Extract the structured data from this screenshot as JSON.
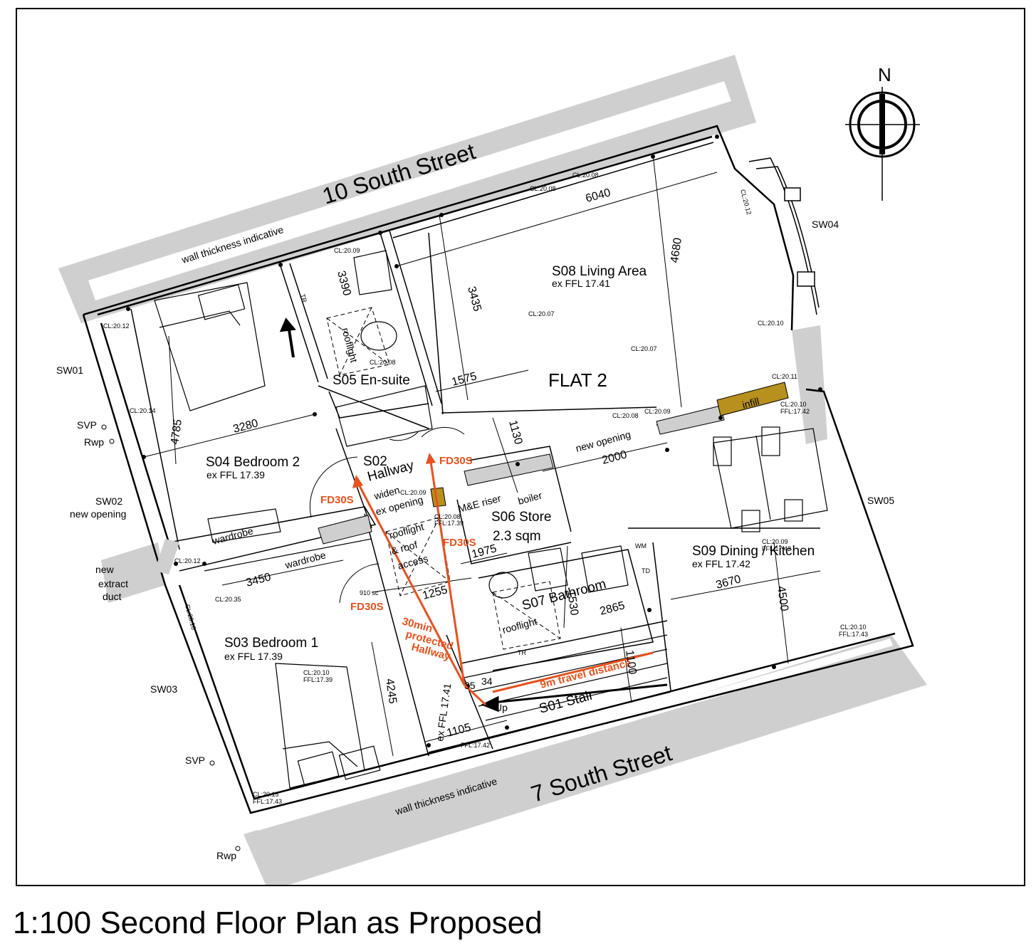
{
  "caption": "1:100 Second Floor Plan as Proposed",
  "compass": {
    "label": "N"
  },
  "colors": {
    "wall": "#cfcfcf",
    "infill": "#b8901e",
    "fire": "#e8511c",
    "line": "#000000"
  },
  "streets": {
    "north": "10 South Street",
    "south": "7 South Street"
  },
  "flat_label": "FLAT 2",
  "notes": {
    "wall_thickness_top": "wall thickness indicative",
    "wall_thickness_bottom": "wall thickness indicative"
  },
  "rooms": {
    "s08": {
      "name": "S08 Living Area",
      "ffl": "ex FFL 17.41"
    },
    "s04": {
      "name": "S04 Bedroom 2",
      "ffl": "ex FFL 17.39"
    },
    "s05": {
      "name": "S05 En-suite"
    },
    "s02": {
      "name1": "S02",
      "name2": "Hallway"
    },
    "s06": {
      "name1": "S06 Store",
      "name2": "2.3 sqm"
    },
    "s07": {
      "name": "S07 Bathroom"
    },
    "s09": {
      "name": "S09 Dining / Kitchen",
      "ffl": "ex FFL 17.42"
    },
    "s03": {
      "name": "S03 Bedroom 1",
      "ffl": "ex FFL 17.39"
    },
    "s01": {
      "name": "S01 Stair"
    }
  },
  "windows": {
    "sw01": "SW01",
    "sw02": "SW02",
    "sw02_note": "new opening",
    "sw03": "SW03",
    "sw04": "SW04",
    "sw05": "SW05"
  },
  "services": {
    "svp": "SVP",
    "rwp": "Rwp",
    "svp2": "SVP",
    "rwp2": "Rwp"
  },
  "annotations": {
    "new_extract_1": "new",
    "new_extract_2": "extract",
    "new_extract_3": "duct",
    "wardrobe_1": "wardrobe",
    "wardrobe_2": "wardrobe",
    "rooflight_1": "rooflight",
    "rooflight_2": "rooflight",
    "rooflight_3": "rooflight",
    "roof_access_2": "& roof",
    "roof_access_3": "access",
    "widen_1": "widen",
    "widen_2": "ex opening",
    "me_riser": "M&E riser",
    "boiler": "boiler",
    "new_opening": "new opening",
    "infill": "infill",
    "tr1": "TR",
    "tr2": "TR",
    "wm": "WM",
    "td": "TD",
    "up": "Up",
    "door_910": "910 sc",
    "ex_ffl_stair": "ex FFL 17.41",
    "step_35": "35",
    "step_34": "34"
  },
  "fire": {
    "fd1": "FD30S",
    "fd2": "FD30S",
    "fd3": "FD30S",
    "fd4": "FD30S",
    "protected_1": "30min",
    "protected_2": "protected",
    "protected_3": "Hallway",
    "travel": "9m travel distance"
  },
  "dimensions": {
    "d6040": "6040",
    "d3390": "3390",
    "d3435": "3435",
    "d4680": "4680",
    "d1575": "1575",
    "d3280": "3280",
    "d4785": "4785",
    "d1130": "1130",
    "d2000": "2000",
    "d1975": "1975",
    "d3450": "3450",
    "d1255": "1255",
    "d1530": "1530",
    "d2865": "2865",
    "d3670": "3670",
    "d4500": "4500",
    "d4245": "4245",
    "d1105": "1105",
    "d1100": "1100"
  },
  "levels": {
    "cl2008a": "CL:20.08",
    "cl2008b": "CL:20.08",
    "cl2012a": "CL:20.12",
    "cl2009a": "CL:20.09",
    "cl2008c": "CL:20.08",
    "cl2007a": "CL:20.07",
    "cl2007b": "CL:20.07",
    "cl2010a": "CL:20.10",
    "cl2011": "CL:20.11",
    "cl2012b": "CL:20.12",
    "cl2014": "CL:20.14",
    "cl2008d": "CL:20.08",
    "cl2009b": "CL:20.09",
    "ffl1742a": "FFL:17.42",
    "cl2010b": "CL:20.10",
    "cl2009c": "CL:20.09",
    "cl2008e": "CL:20.08",
    "ffl1739a": "FFL:17.39",
    "cl2012c": "CL:20.12",
    "cl2035": "CL:20.35",
    "cl2009d": "CL:20.09",
    "cl2016": "CL:20.16",
    "ffl1739b": "FFL:17.39",
    "cl2010c": "CL:20.10",
    "ffl1743a": "FFL:17.43",
    "cl2015": "CL:20.15",
    "ffl1743b": "FFL:17.43",
    "ffl1742b": "FFL:17.42",
    "cl2010d": "CL:20.10",
    "ffl1742c": "FFL:17.42"
  }
}
